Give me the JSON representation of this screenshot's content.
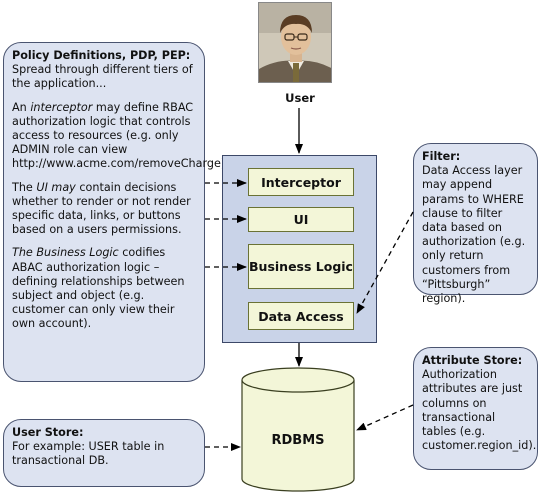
{
  "user": {
    "label": "User",
    "photo_icon": "user-photo"
  },
  "policy_callout": {
    "title": "Policy Definitions, PDP, PEP:",
    "intro": "Spread through different tiers of the application...",
    "interceptor_pre": "An ",
    "interceptor_em": "interceptor",
    "interceptor_rest": " may define RBAC authorization logic that controls access to resources (e.g. only ADMIN role can view http://www.acme.com/removeCharge).",
    "ui_pre": "The ",
    "ui_em": "UI may",
    "ui_rest": " contain decisions whether to render or not render specific data, links, or buttons based on a users permissions.",
    "bl_em": "The Business Logic",
    "bl_rest": " codifies ABAC authorization logic – defining relationships between subject and object (e.g. customer can only view their own account)."
  },
  "tiers": {
    "interceptor": "Interceptor",
    "ui": "UI",
    "business_logic": "Business Logic",
    "data_access": "Data Access"
  },
  "filter_callout": {
    "title": "Filter:",
    "body": "Data Access layer may append params to WHERE clause to filter data based on authorization (e.g. only return customers from “Pittsburgh” region)."
  },
  "attribute_store_callout": {
    "title": "Attribute Store:",
    "body": "Authorization attributes are just columns on transactional tables (e.g. customer.region_id)."
  },
  "user_store_callout": {
    "title": "User Store:",
    "body": "For example: USER table in transactional DB."
  },
  "database": {
    "label": "RDBMS"
  },
  "colors": {
    "callout_fill": "#dde3f1",
    "container_fill": "#c9d3e8",
    "layer_fill": "#f3f6d8",
    "db_fill": "#f3f6d8"
  }
}
